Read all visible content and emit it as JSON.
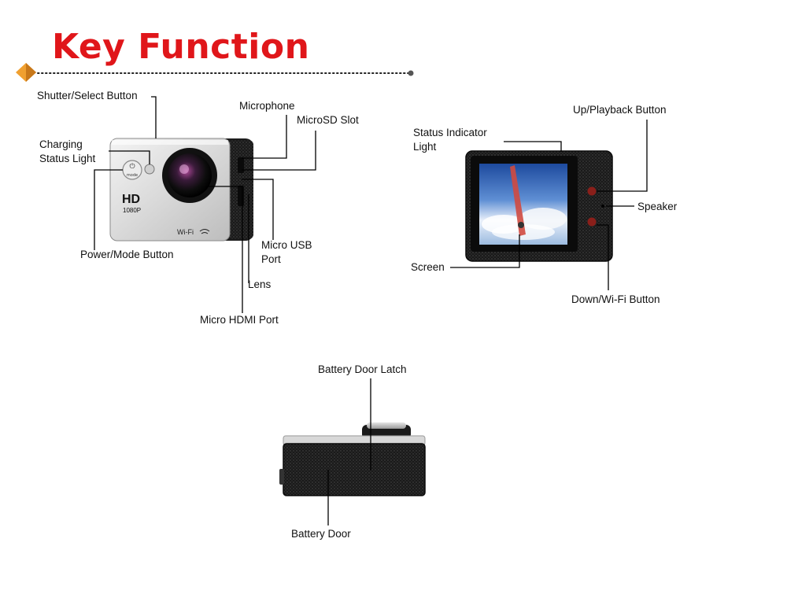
{
  "title": "Key Function",
  "colors": {
    "title": "#e0161a",
    "bullet": "#f0a030",
    "leader": "#000000"
  },
  "front_view": {
    "labels": {
      "shutter": "Shutter/Select Button",
      "charging_1": "Charging",
      "charging_2": "Status Light",
      "power": "Power/Mode Button",
      "microphone": "Microphone",
      "microsd": "MicroSD Slot",
      "usb_1": "Micro USB",
      "usb_2": "Port",
      "lens": "Lens",
      "hdmi": "Micro HDMI Port"
    },
    "printed": {
      "hd": "HD",
      "res": "1080P",
      "wifi": "Wi-Fi",
      "mode": "mode"
    }
  },
  "back_view": {
    "labels": {
      "status_1": "Status Indicator",
      "status_2": "Light",
      "up": "Up/Playback Button",
      "speaker": "Speaker",
      "screen": "Screen",
      "down": "Down/Wi-Fi Button"
    }
  },
  "bottom_view": {
    "labels": {
      "latch": "Battery Door Latch",
      "door": "Battery Door"
    }
  }
}
